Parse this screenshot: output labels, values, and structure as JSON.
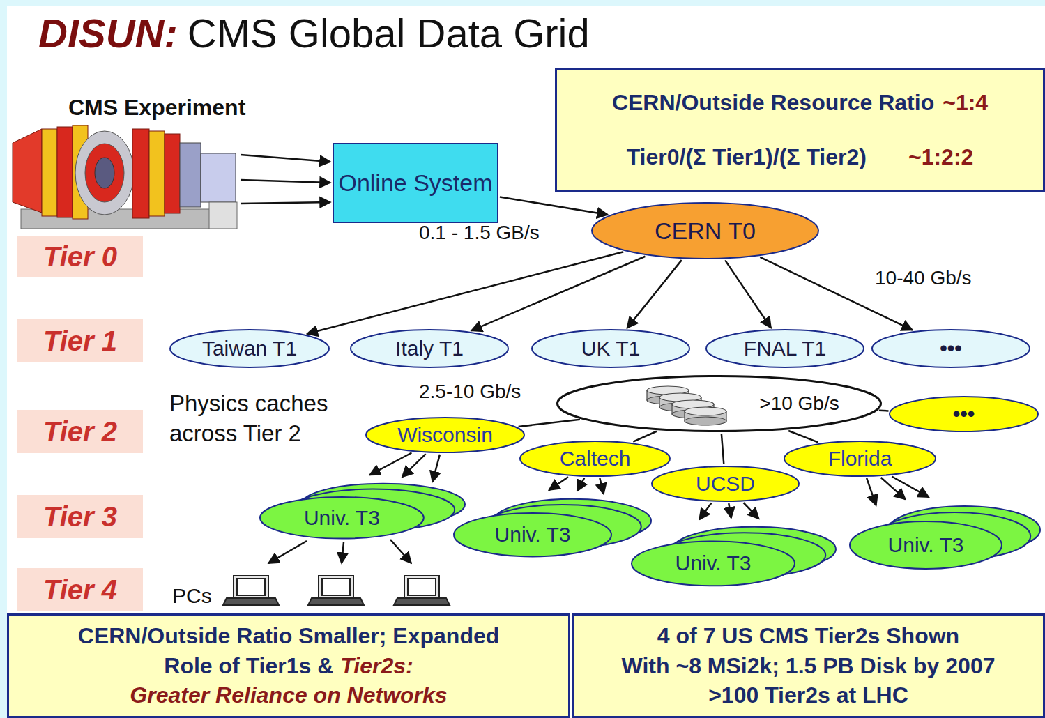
{
  "diagram": {
    "title": "CMS Global Data Grid",
    "nodes": [
      {
        "text": [
          "Online System"
        ]
      },
      {
        "text": [
          "CERN T0"
        ]
      },
      {
        "text": [
          "Taiwan T1"
        ]
      },
      {
        "text": [
          "Italy T1"
        ]
      },
      {
        "text": [
          "UK T1"
        ]
      },
      {
        "text": [
          "FNAL T1"
        ]
      },
      {
        "text": [
          "•••"
        ]
      },
      {
        "text": [
          ">10 Gb/s"
        ]
      },
      {
        "text": [
          "•••"
        ]
      },
      {
        "text": [
          "Wisconsin"
        ]
      },
      {
        "text": [
          "Caltech"
        ]
      },
      {
        "text": [
          "UCSD"
        ]
      },
      {
        "text": [
          "Florida"
        ]
      },
      {
        "text": [
          "Univ. T3"
        ]
      },
      {
        "text": [
          "Univ. T3"
        ]
      },
      {
        "text": [
          "Univ. T3"
        ]
      },
      {
        "text": [
          "Univ. T3"
        ]
      },
      {
        "text": [
          "CERN/Outside Resource Ratio",
          "~1:4",
          "Tier0/(Σ Tier1)/(Σ Tier2)",
          "~1:2:2"
        ]
      },
      {
        "text": [
          "Tier 0"
        ]
      },
      {
        "text": [
          "Tier 1"
        ]
      },
      {
        "text": [
          "Tier 2"
        ]
      },
      {
        "text": [
          "Tier 3"
        ]
      },
      {
        "text": [
          "Tier 4"
        ]
      },
      {
        "text": [
          "CERN/Outside Ratio Smaller; Expanded",
          "Role of Tier1s &",
          "Tier2s:",
          "Greater Reliance on Networks"
        ]
      },
      {
        "text": [
          "4 of 7 US CMS Tier2s Shown",
          "With ~8 MSi2k; 1.5 PB Disk by 2007",
          ">100 Tier2s at LHC"
        ]
      }
    ],
    "edges": [
      {
        "from": 0,
        "to": 1,
        "arrow": "to"
      },
      {
        "from": 1,
        "to": 2,
        "arrow": "to"
      },
      {
        "from": 1,
        "to": 3,
        "arrow": "to"
      },
      {
        "from": 1,
        "to": 4,
        "arrow": "to"
      },
      {
        "from": 1,
        "to": 5,
        "arrow": "to"
      },
      {
        "from": 1,
        "to": 6,
        "arrow": "to"
      },
      {
        "from": 7,
        "to": 9,
        "arrow": "none"
      },
      {
        "from": 7,
        "to": 10,
        "arrow": "none"
      },
      {
        "from": 7,
        "to": 11,
        "arrow": "none"
      },
      {
        "from": 7,
        "to": 12,
        "arrow": "none"
      },
      {
        "from": 7,
        "to": 8,
        "arrow": "none"
      },
      {
        "from": 9,
        "to": 13,
        "arrow": "to"
      },
      {
        "from": 10,
        "to": 14,
        "arrow": "to"
      },
      {
        "from": 11,
        "to": 15,
        "arrow": "to"
      },
      {
        "from": 12,
        "to": 16,
        "arrow": "to"
      }
    ],
    "labels": [
      "DISUN:",
      "CMS Experiment",
      "0.1 - 1.5 GB/s",
      "10-40 Gb/s",
      "2.5-10 Gb/s",
      "Physics caches across Tier 2",
      "PCs"
    ]
  }
}
